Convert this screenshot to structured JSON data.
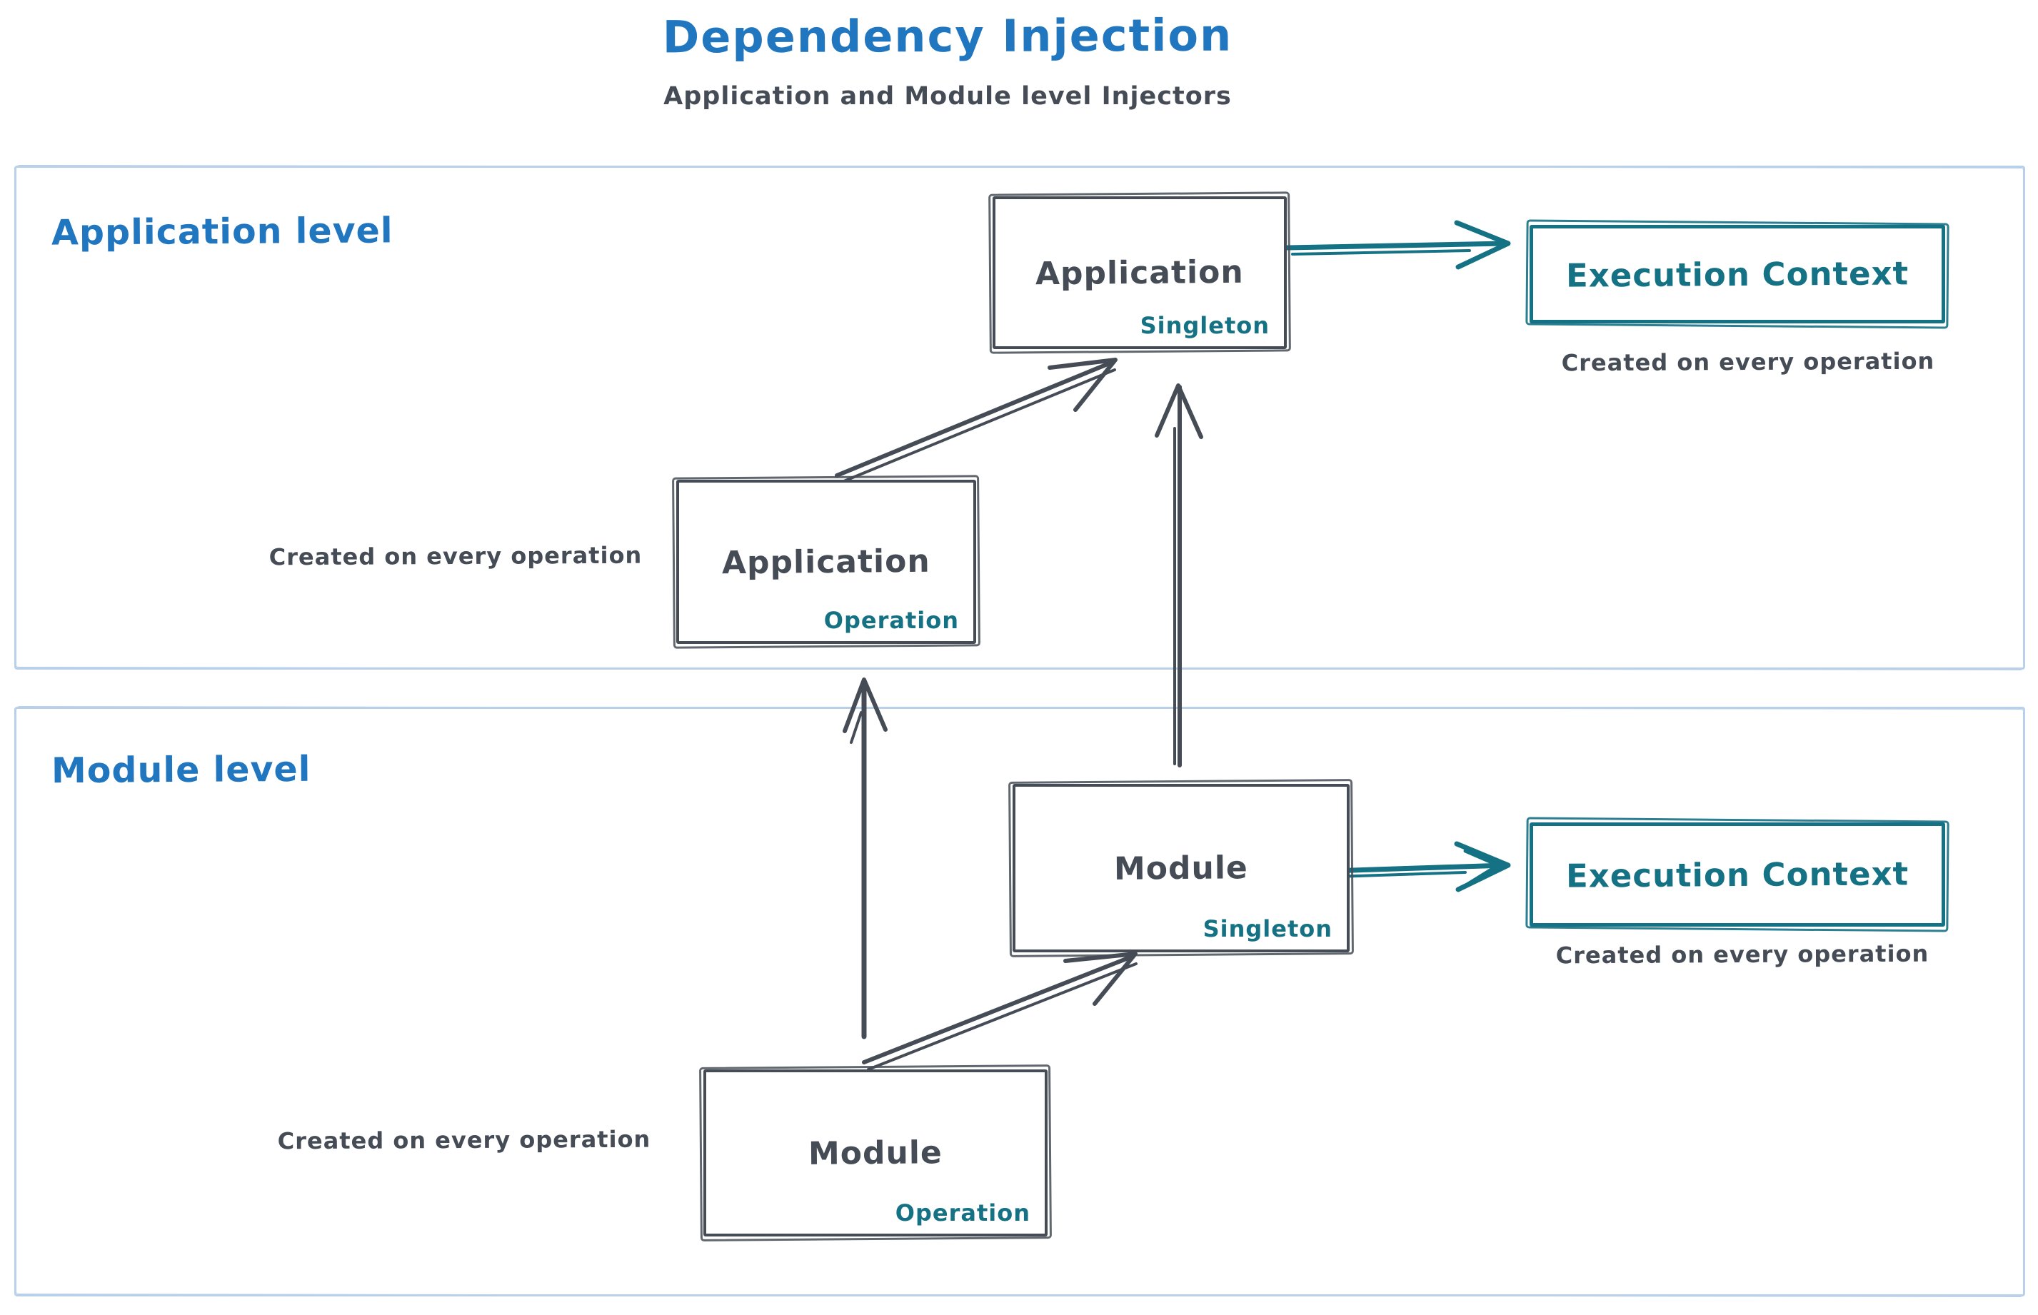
{
  "title": "Dependency Injection",
  "subtitle": "Application and Module level Injectors",
  "colors": {
    "blue": "#2176c0",
    "dark": "#454c56",
    "teal": "#157184",
    "section_border": "#b9d0ea"
  },
  "sections": {
    "application": {
      "label": "Application level"
    },
    "module": {
      "label": "Module level"
    }
  },
  "nodes": {
    "app_singleton": {
      "title": "Application",
      "badge": "Singleton"
    },
    "app_operation": {
      "title": "Application",
      "badge": "Operation"
    },
    "module_singleton": {
      "title": "Module",
      "badge": "Singleton"
    },
    "module_operation": {
      "title": "Module",
      "badge": "Operation"
    },
    "app_execution_context": {
      "title": "Execution Context"
    },
    "module_execution_context": {
      "title": "Execution Context"
    }
  },
  "captions": {
    "app_execution": "Created on every operation",
    "app_operation": "Created on every operation",
    "module_execution": "Created on every operation",
    "module_operation": "Created on every operation"
  },
  "edges": [
    {
      "from": "app_singleton",
      "to": "app_execution_context"
    },
    {
      "from": "app_operation",
      "to": "app_singleton"
    },
    {
      "from": "module_singleton",
      "to": "app_singleton"
    },
    {
      "from": "module_operation",
      "to": "app_operation"
    },
    {
      "from": "module_operation",
      "to": "module_singleton"
    },
    {
      "from": "module_singleton",
      "to": "module_execution_context"
    }
  ]
}
